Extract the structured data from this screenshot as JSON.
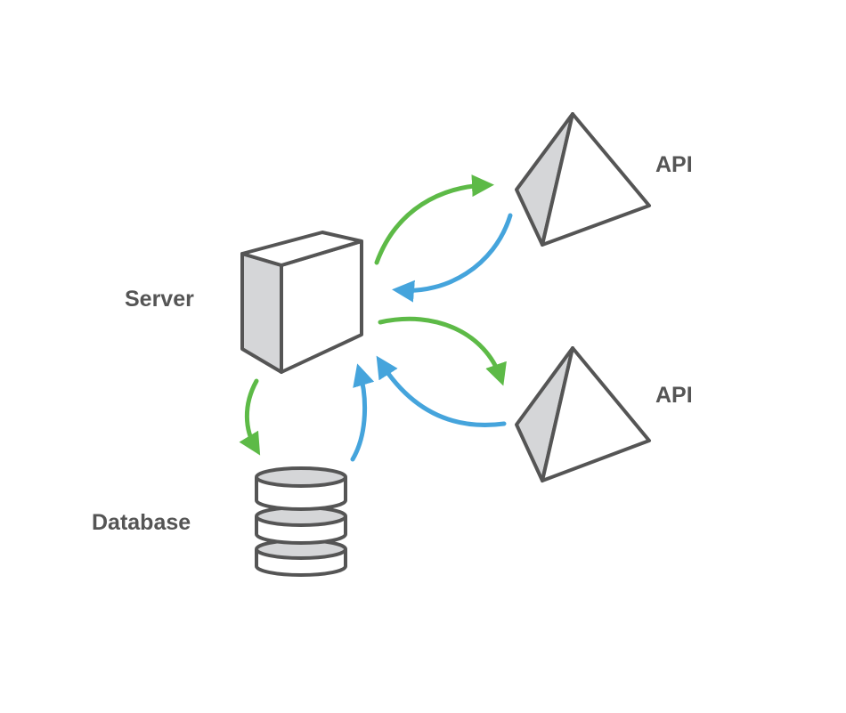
{
  "labels": {
    "server": "Server",
    "database": "Database",
    "api_top": "API",
    "api_bottom": "API"
  },
  "colors": {
    "request_arrow": "#5dba47",
    "response_arrow": "#45a4dc",
    "outline": "#555555",
    "shaded_face": "#d5d6d8",
    "background": "#ffffff"
  },
  "icons": {
    "server": "server-box-icon",
    "database": "database-cylinder-icon",
    "api": "pyramid-icon"
  }
}
